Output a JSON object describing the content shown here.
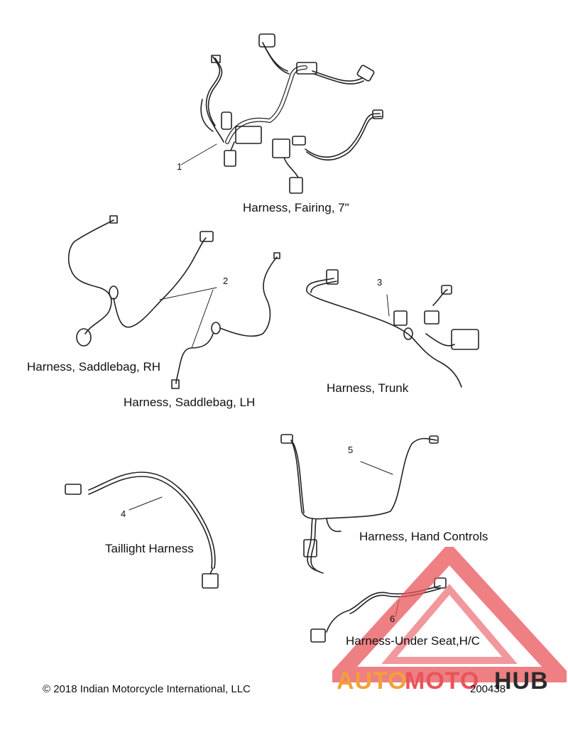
{
  "labels": {
    "fairing": "Harness, Fairing, 7\"",
    "saddlebag_rh": "Harness, Saddlebag, RH",
    "saddlebag_lh": "Harness, Saddlebag, LH",
    "trunk": "Harness, Trunk",
    "hand_controls": "Harness, Hand Controls",
    "taillight": "Taillight Harness",
    "under_seat": "Harness-Under Seat,H/C"
  },
  "callouts": {
    "c1": "1",
    "c2": "2",
    "c3": "3",
    "c4": "4",
    "c5": "5",
    "c6": "6"
  },
  "footer": {
    "copyright": "© 2018 Indian Motorcycle International, LLC",
    "figure_number": "200438"
  },
  "watermark": {
    "part1": "AUTO",
    "part2": "MOTO",
    "part3": "HUB",
    "colors": {
      "orange": "#f2a03a",
      "red": "#e8545a",
      "dark": "#2b2b2b"
    }
  },
  "colors": {
    "line": "#222222",
    "background": "#ffffff"
  }
}
